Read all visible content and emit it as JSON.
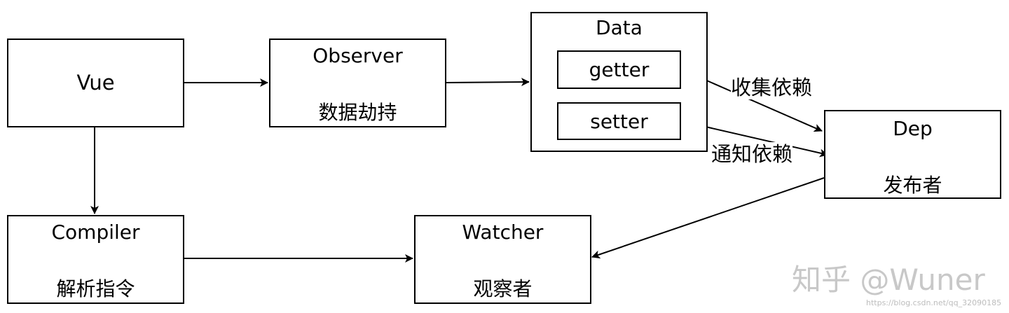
{
  "nodes": {
    "vue": {
      "title": "Vue"
    },
    "observer": {
      "title": "Observer",
      "subtitle": "数据劫持"
    },
    "data": {
      "title": "Data",
      "getter": "getter",
      "setter": "setter"
    },
    "dep": {
      "title": "Dep",
      "subtitle": "发布者"
    },
    "compiler": {
      "title": "Compiler",
      "subtitle": "解析指令"
    },
    "watcher": {
      "title": "Watcher",
      "subtitle": "观察者"
    }
  },
  "edges": {
    "collect": "收集依赖",
    "notify": "通知依赖"
  },
  "watermark": {
    "main": "知乎 @Wuner",
    "url": "https://blog.csdn.net/qq_32090185"
  }
}
